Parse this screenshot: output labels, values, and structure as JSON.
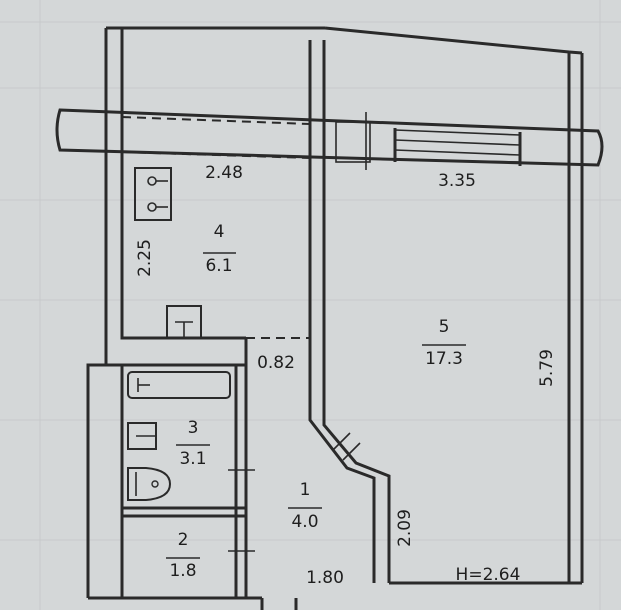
{
  "plan": {
    "rooms": [
      {
        "id": "room-4",
        "number": "4",
        "area": "6.1"
      },
      {
        "id": "room-5",
        "number": "5",
        "area": "17.3"
      },
      {
        "id": "room-3",
        "number": "3",
        "area": "3.1"
      },
      {
        "id": "room-1",
        "number": "1",
        "area": "4.0"
      },
      {
        "id": "room-2",
        "number": "2",
        "area": "1.8"
      }
    ],
    "dimensions": {
      "kitchen_width": "2.48",
      "room_width": "3.35",
      "kitchen_depth": "2.25",
      "passage_width": "0.82",
      "room_depth": "5.79",
      "hall_length": "2.09",
      "hall_width": "1.80"
    },
    "ceiling_height": "H=2.64"
  }
}
